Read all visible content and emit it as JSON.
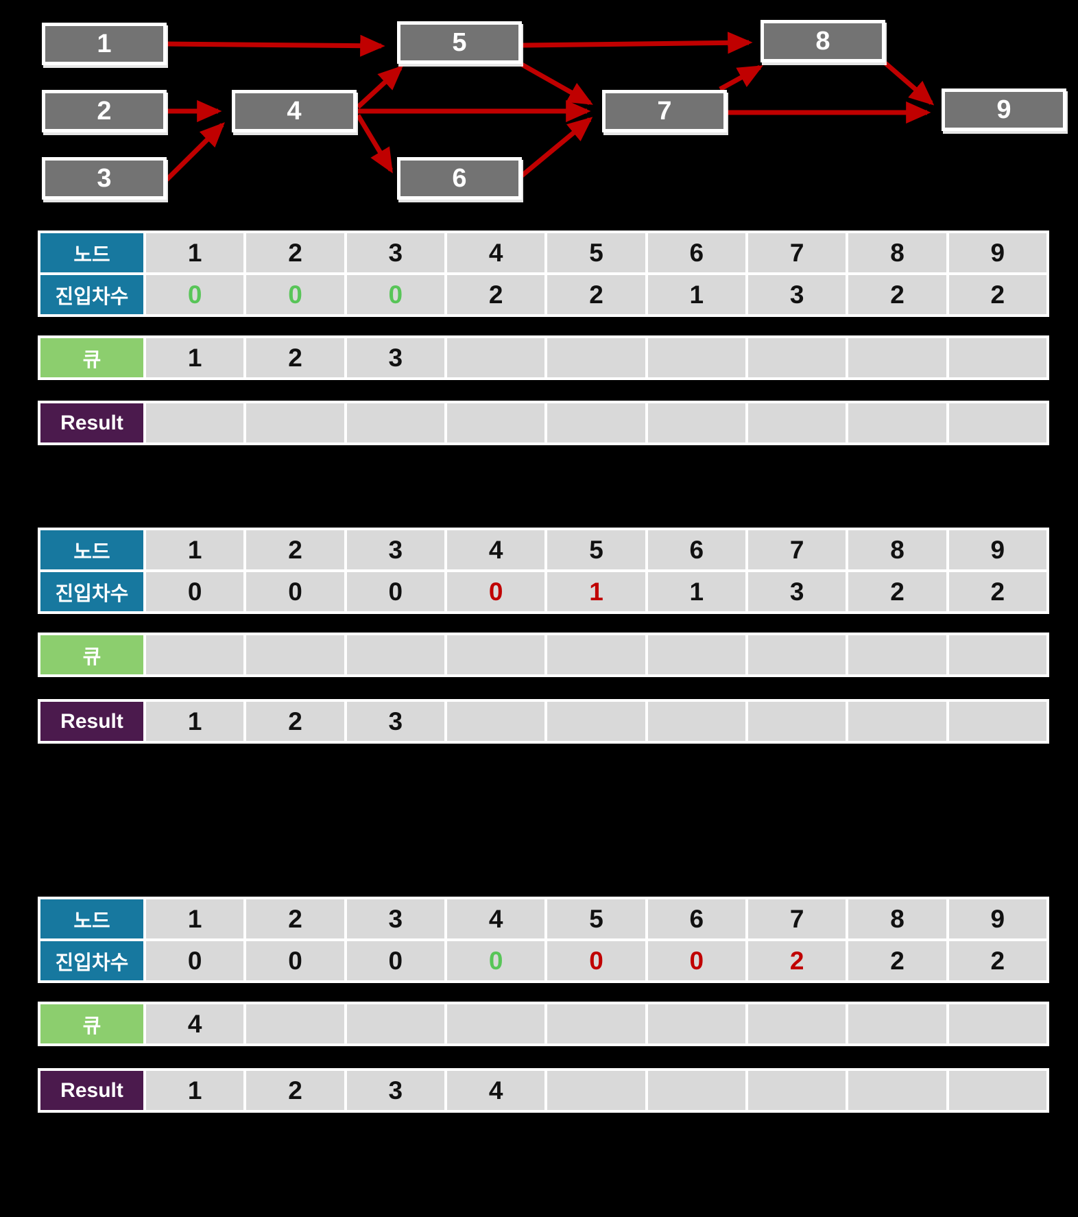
{
  "labels": {
    "node": "노드",
    "indegree": "진입차수",
    "queue": "큐",
    "result": "Result"
  },
  "colors": {
    "header_blue": "#17789F",
    "header_green": "#8CCE6E",
    "header_purple": "#4B1A4D",
    "cell_gray": "#D9D9D9",
    "node_gray": "#737373",
    "edge_red": "#C00000",
    "digit_green": "#58C558",
    "digit_red": "#C00000"
  },
  "graph": {
    "node_labels": [
      "1",
      "2",
      "3",
      "4",
      "5",
      "6",
      "7",
      "8",
      "9"
    ],
    "edges": [
      [
        "1",
        "5"
      ],
      [
        "2",
        "4"
      ],
      [
        "3",
        "4"
      ],
      [
        "4",
        "5"
      ],
      [
        "4",
        "6"
      ],
      [
        "4",
        "7"
      ],
      [
        "5",
        "7"
      ],
      [
        "5",
        "8"
      ],
      [
        "6",
        "7"
      ],
      [
        "7",
        "8"
      ],
      [
        "7",
        "9"
      ],
      [
        "8",
        "9"
      ]
    ]
  },
  "steps": [
    {
      "nodes": [
        "1",
        "2",
        "3",
        "4",
        "5",
        "6",
        "7",
        "8",
        "9"
      ],
      "indegree": [
        {
          "v": "0",
          "c": "green"
        },
        {
          "v": "0",
          "c": "green"
        },
        {
          "v": "0",
          "c": "green"
        },
        {
          "v": "2"
        },
        {
          "v": "2"
        },
        {
          "v": "1"
        },
        {
          "v": "3"
        },
        {
          "v": "2"
        },
        {
          "v": "2"
        }
      ],
      "queue": [
        "1",
        "2",
        "3",
        "",
        "",
        "",
        "",
        "",
        ""
      ],
      "result": [
        "",
        "",
        "",
        "",
        "",
        "",
        "",
        "",
        ""
      ]
    },
    {
      "nodes": [
        "1",
        "2",
        "3",
        "4",
        "5",
        "6",
        "7",
        "8",
        "9"
      ],
      "indegree": [
        {
          "v": "0"
        },
        {
          "v": "0"
        },
        {
          "v": "0"
        },
        {
          "v": "0",
          "c": "red"
        },
        {
          "v": "1",
          "c": "red"
        },
        {
          "v": "1"
        },
        {
          "v": "3"
        },
        {
          "v": "2"
        },
        {
          "v": "2"
        }
      ],
      "queue": [
        "",
        "",
        "",
        "",
        "",
        "",
        "",
        "",
        ""
      ],
      "result": [
        "1",
        "2",
        "3",
        "",
        "",
        "",
        "",
        "",
        ""
      ]
    },
    {
      "nodes": [
        "1",
        "2",
        "3",
        "4",
        "5",
        "6",
        "7",
        "8",
        "9"
      ],
      "indegree": [
        {
          "v": "0"
        },
        {
          "v": "0"
        },
        {
          "v": "0"
        },
        {
          "v": "0",
          "c": "green"
        },
        {
          "v": "0",
          "c": "red"
        },
        {
          "v": "0",
          "c": "red"
        },
        {
          "v": "2",
          "c": "red"
        },
        {
          "v": "2"
        },
        {
          "v": "2"
        }
      ],
      "queue": [
        "4",
        "",
        "",
        "",
        "",
        "",
        "",
        "",
        ""
      ],
      "result": [
        "1",
        "2",
        "3",
        "4",
        "",
        "",
        "",
        "",
        ""
      ]
    }
  ]
}
